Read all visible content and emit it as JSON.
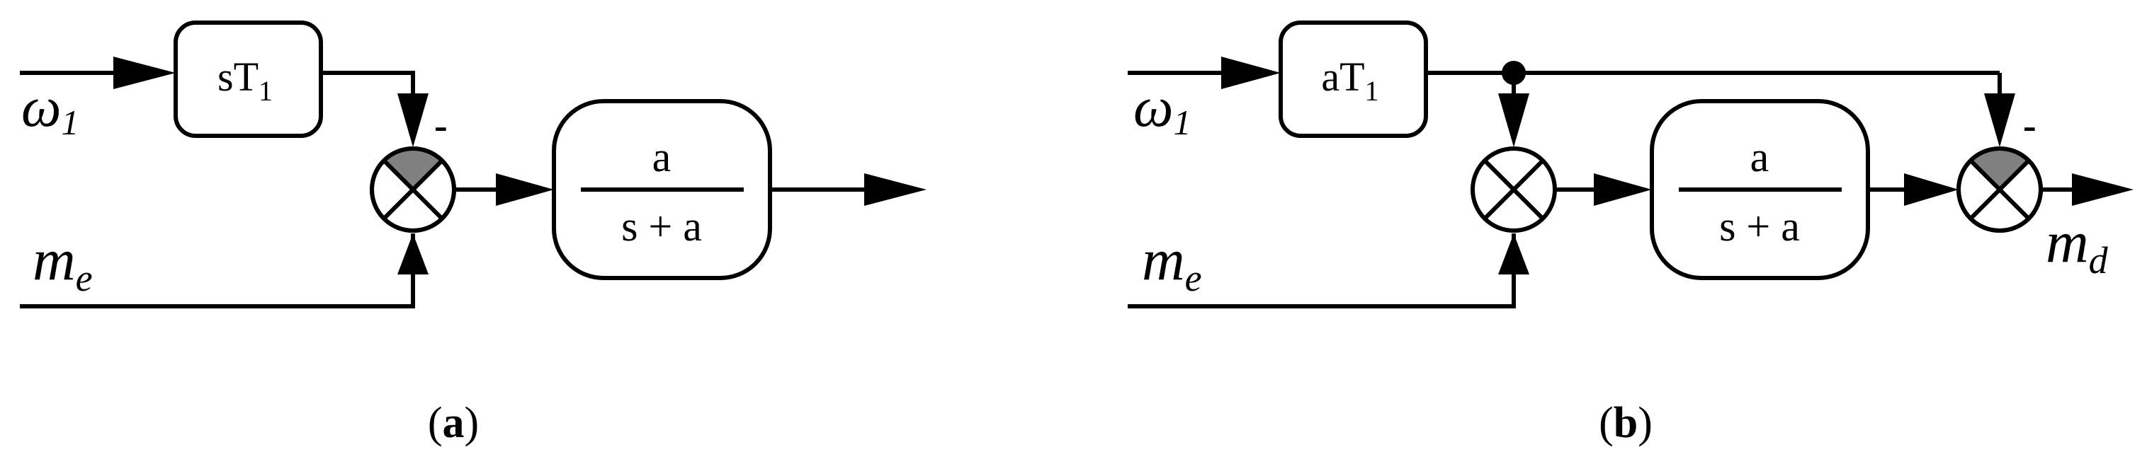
{
  "panel_a": {
    "input_top_symbol": "ω",
    "input_top_sub": "1",
    "input_bottom_symbol": "m",
    "input_bottom_sub": "e",
    "block1_main": "sT",
    "block1_sub": "1",
    "tf_num": "a",
    "tf_den": "s + a",
    "minus_sign": "-",
    "caption_open": "(",
    "caption_letter": "a",
    "caption_close": ")"
  },
  "panel_b": {
    "input_top_symbol": "ω",
    "input_top_sub": "1",
    "input_bottom_symbol": "m",
    "input_bottom_sub": "e",
    "block1_main": "aT",
    "block1_sub": "1",
    "tf_num": "a",
    "tf_den": "s + a",
    "minus_sign": "-",
    "output_symbol": "m",
    "output_sub": "d",
    "caption_open": "(",
    "caption_letter": "b",
    "caption_close": ")"
  },
  "colors": {
    "line": "#000000",
    "negative_sector": "#808080",
    "background": "#ffffff"
  }
}
